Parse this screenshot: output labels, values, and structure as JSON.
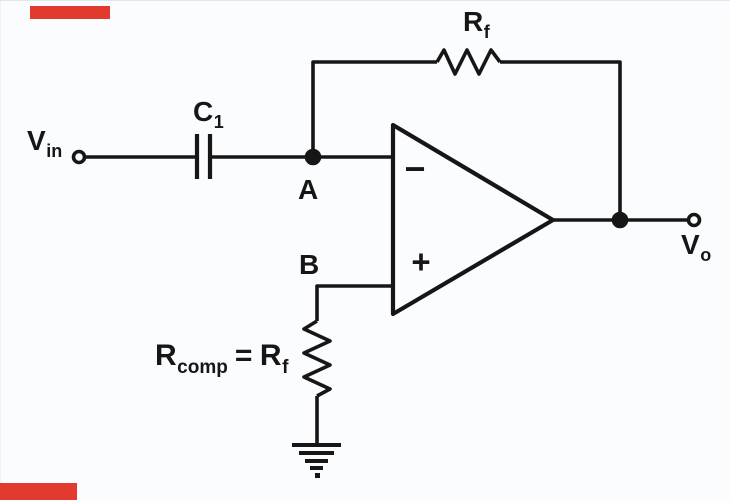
{
  "figure": {
    "type": "circuit-diagram",
    "description": "Op-amp differentiator: input Vin through capacitor C1 to inverting node A, feedback resistor Rf to output Vo, non-inverting node B through compensating resistor Rcomp = Rf to ground"
  },
  "colors": {
    "accent_red": "#e23a2e",
    "line": "#161616",
    "background": "#fbfcfe"
  },
  "labels": {
    "v_in": {
      "main": "V",
      "sub": "in"
    },
    "c1": {
      "main": "C",
      "sub": "1"
    },
    "node_a": "A",
    "r_f": {
      "main": "R",
      "sub": "f"
    },
    "node_b": "B",
    "r_comp_eq": {
      "main": "R",
      "sub": "comp",
      "eq": "=",
      "main2": "R",
      "sub2": "f"
    },
    "v_o": {
      "main": "V",
      "sub": "o"
    },
    "opamp": {
      "inverting_sign": "−",
      "noninverting_sign": "+"
    }
  },
  "components": {
    "capacitor": "C1 series input capacitor",
    "feedback_resistor": "Rf",
    "compensating_resistor": "Rcomp equal to Rf",
    "ground": "earth ground below Rcomp",
    "input_terminal": "Vin open circle terminal",
    "output_terminal": "Vo open circle terminal",
    "junction_dots": [
      "node A",
      "output node"
    ]
  }
}
